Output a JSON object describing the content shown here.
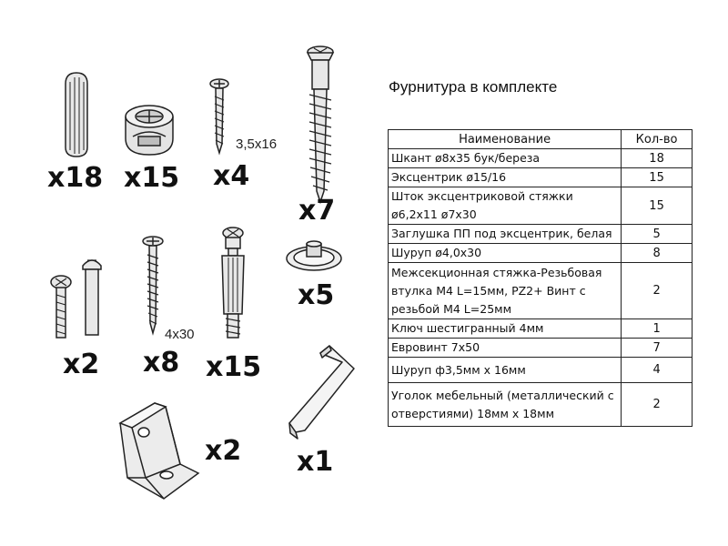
{
  "title": "Фурнитура в комплекте",
  "table": {
    "headers": [
      "Наименование",
      "Кол-во"
    ],
    "rows": [
      {
        "name": "Шкант ø8x35 бук/береза",
        "count": "18"
      },
      {
        "name": "Эксцентрик ø15/16",
        "count": "15"
      },
      {
        "name": "Шток эксцентриковой стяжки ø6,2x11 ø7x30",
        "count": "15"
      },
      {
        "name": "Заглушка ПП под эксцентрик, белая",
        "count": "5"
      },
      {
        "name": "Шуруп ø4,0x30",
        "count": "8"
      },
      {
        "name": "Межсекционная стяжка-Резьбовая втулка М4 L=15мм, PZ2+ Винт с резьбой М4 L=25мм",
        "count": "2"
      },
      {
        "name": "Ключ шестигранный  4мм",
        "count": "1"
      },
      {
        "name": "Евровинт 7x50",
        "count": "7"
      },
      {
        "name": "Шуруп ф3,5мм x 16мм",
        "count": "4"
      },
      {
        "name": "Уголок мебельный (металлический с отверстиями) 18мм x 18мм",
        "count": "2"
      }
    ]
  },
  "parts": {
    "dowel": {
      "qty": "x18",
      "icon": "dowel-icon"
    },
    "cam_lock": {
      "qty": "x15",
      "icon": "cam-lock-icon"
    },
    "short_screw": {
      "qty": "x4",
      "size": "3,5x16",
      "icon": "wood-screw-icon"
    },
    "euro_screw": {
      "qty": "x7",
      "icon": "euro-screw-icon"
    },
    "connector_bolt": {
      "qty": "x2",
      "icon": "connector-bolt-icon"
    },
    "long_screw": {
      "qty": "x8",
      "size": "4x30",
      "icon": "wood-screw-icon"
    },
    "cam_bolt": {
      "qty": "x15",
      "icon": "cam-bolt-icon"
    },
    "cap": {
      "qty": "x5",
      "icon": "cap-icon"
    },
    "corner_bracket": {
      "qty": "x2",
      "icon": "corner-bracket-icon"
    },
    "hex_key": {
      "qty": "x1",
      "icon": "hex-key-icon"
    }
  }
}
